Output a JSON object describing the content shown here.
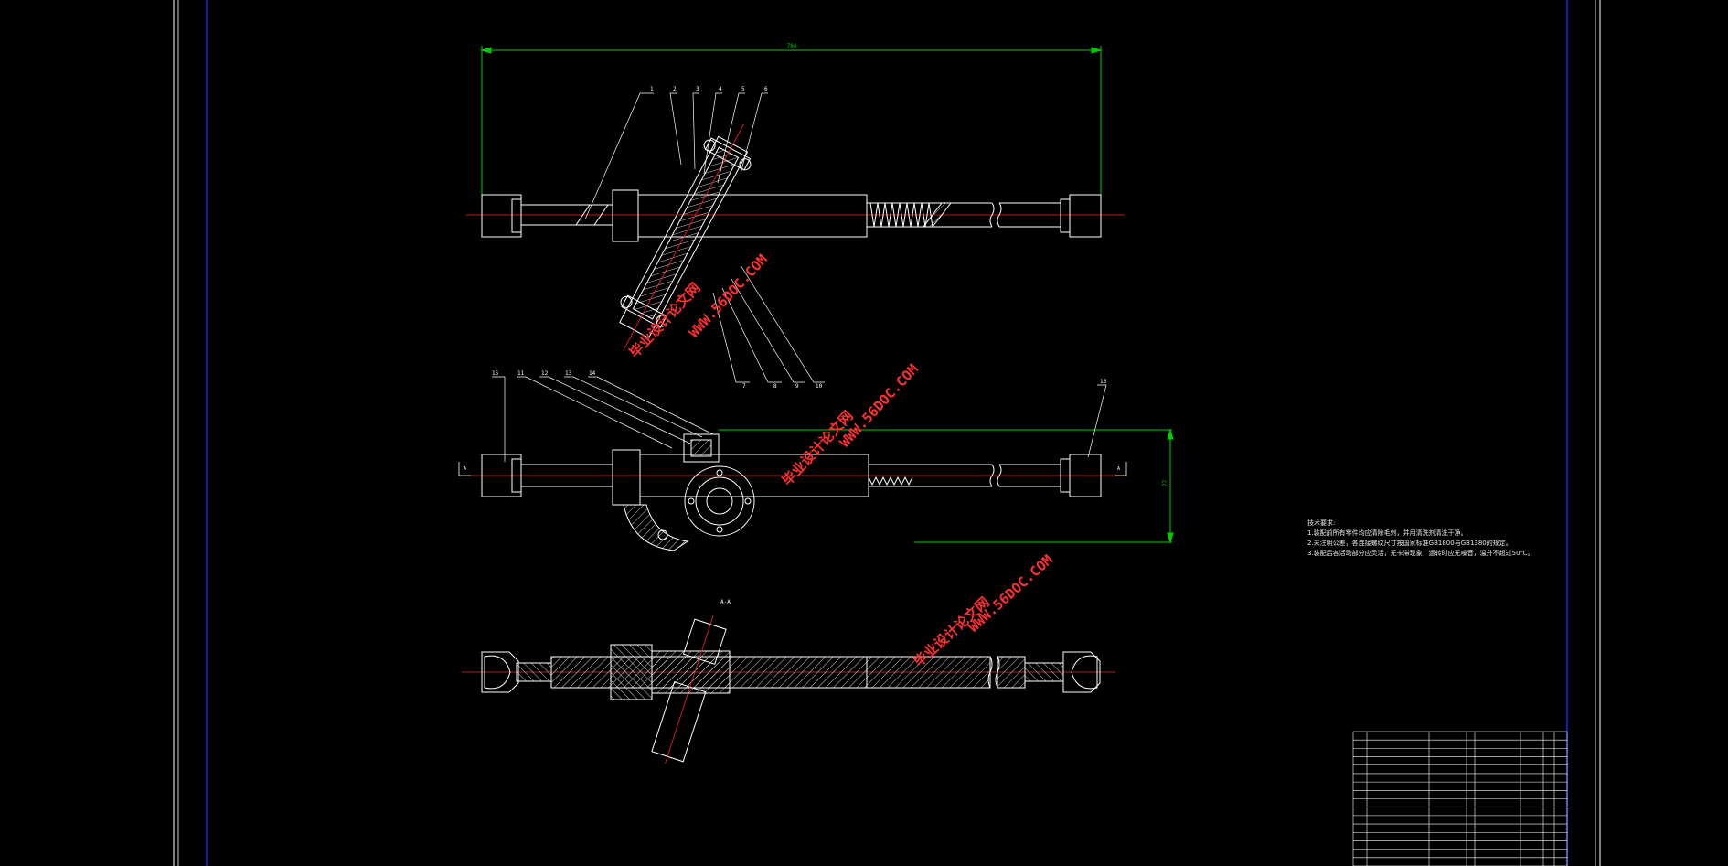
{
  "drawing": {
    "overall_length_dim": "784",
    "height_dim": "77",
    "section_label": "A-A",
    "view_arrow_label_left": "A",
    "view_arrow_label_right": "A",
    "callouts_top": [
      "1",
      "2",
      "3",
      "4",
      "5",
      "6"
    ],
    "callouts_bottom": [
      "7",
      "8",
      "9",
      "10"
    ],
    "callouts_side": [
      "15",
      "11",
      "12",
      "13",
      "14"
    ],
    "callout_right": "16"
  },
  "watermark": {
    "cn": "毕业设计论文网",
    "url": "WWW.56DOC.COM"
  },
  "tech_notes": {
    "title": "技术要求:",
    "items": [
      "1.装配前所有零件均应清除毛刺，并用清洗剂清洗干净。",
      "2.未注明公差，各连接螺纹尺寸按国家标准GB1800与GB1380的规定。",
      "3.装配后各活动部分应灵活，无卡滞现象，运转时应无噪音，温升不超过50℃。"
    ]
  },
  "bom_rows": 16,
  "colors": {
    "line": "#ffffff",
    "dimension": "#00cc00",
    "centerline": "#ff2020",
    "frame_blue": "#2020ff",
    "watermark": "#ff3030"
  }
}
